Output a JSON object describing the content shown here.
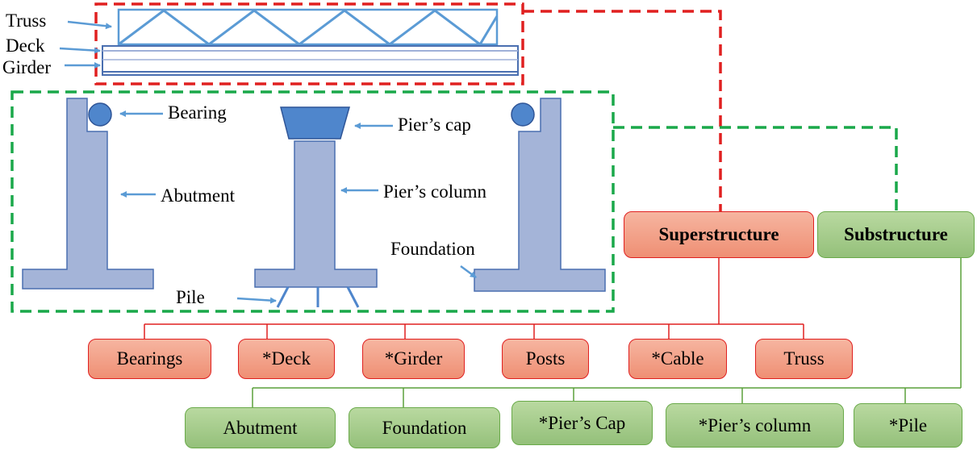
{
  "diagram": {
    "parts": {
      "truss": "Truss",
      "deck": "Deck",
      "girder": "Girder",
      "bearing": "Bearing",
      "pier_cap": "Pier’s cap",
      "pier_column": "Pier’s column",
      "abutment": "Abutment",
      "foundation": "Foundation",
      "pile": "Pile"
    },
    "superstructure": {
      "title": "Superstructure",
      "items": [
        "Bearings",
        "*Deck",
        "*Girder",
        "Posts",
        "*Cable",
        "Truss"
      ]
    },
    "substructure": {
      "title": "Substructure",
      "items": [
        "Abutment",
        "Foundation",
        "*Pier’s Cap",
        "*Pier’s column",
        "*Pile"
      ]
    },
    "colors": {
      "structure_fill": "#a4b4d8",
      "structure_stroke": "#4a6fb0",
      "arrow": "#5b9bd5",
      "super_accent": "#e02020",
      "sub_accent": "#1aa84a"
    }
  }
}
